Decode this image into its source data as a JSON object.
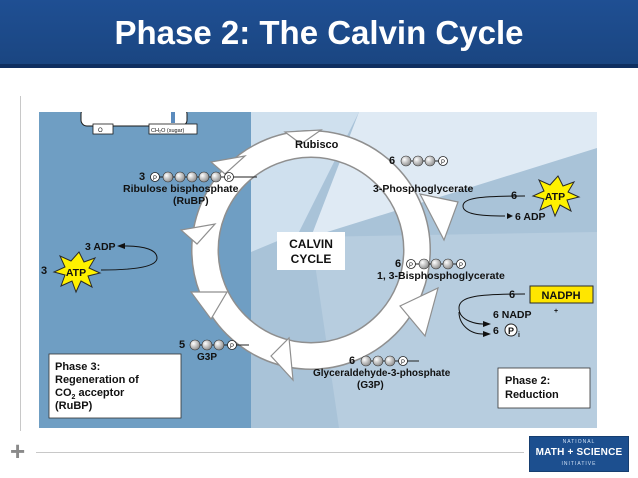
{
  "slide": {
    "title": "Phase 2: The Calvin Cycle"
  },
  "diagram": {
    "center": [
      "CALVIN",
      "CYCLE"
    ],
    "rubisco": "Rubisco",
    "top_inputs": [
      "O",
      "CH₂O (sugar)"
    ],
    "pga": {
      "count": "6",
      "label": "3-Phosphoglycerate"
    },
    "atp_right": {
      "count": "6",
      "atp": "ATP",
      "adp": "6 ADP"
    },
    "bpg": {
      "count": "6",
      "label": "1, 3-Bisphosphoglycerate"
    },
    "nadph": {
      "count": "6",
      "label": "NADPH",
      "nadp": "6 NADP",
      "nadp_sup": "+",
      "pi_count": "6",
      "pi": "P",
      "pi_sub": "i"
    },
    "g3p_bottom": {
      "count": "6",
      "label": "Glyceraldehyde-3-phosphate",
      "abbr": "(G3P)"
    },
    "g3p_left": {
      "count": "5",
      "label": "G3P"
    },
    "rubp": {
      "count": "3",
      "label": "Ribulose bisphosphate",
      "abbr": "(RuBP)"
    },
    "atp_left": {
      "count": "3",
      "atp": "ATP",
      "adp": "3 ADP"
    },
    "phase_p": "P",
    "phase2": [
      "Phase 2:",
      "Reduction"
    ],
    "phase3": [
      "Phase 3:",
      "Regeneration of",
      "CO",
      "2",
      " acceptor",
      "(RuBP)"
    ]
  },
  "logo": {
    "line1": "NATIONAL",
    "line2": "MATH + SCIENCE",
    "line3": "INITIATIVE"
  },
  "colors": {
    "header": "#1d4a8a",
    "diagram_bg": "#a9c3d8",
    "left_panel": "#6f9ec3",
    "atp_star": "#fff200",
    "nadph_box": "#ffe600"
  }
}
